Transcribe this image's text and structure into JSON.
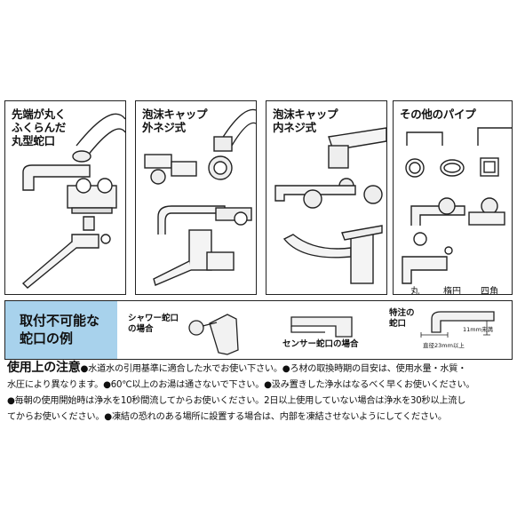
{
  "panels": [
    {
      "title": "先端が丸く\nふくらんだ\n丸型蛇口"
    },
    {
      "title": "泡沫キャップ\n外ネジ式"
    },
    {
      "title": "泡沫キャップ\n内ネジ式"
    },
    {
      "title": "その他のパイプ",
      "shapes": [
        "丸",
        "楕円",
        "四角"
      ]
    }
  ],
  "not_installable": {
    "title": "取付不可能な\n蛇口の例",
    "shower": "シャワー蛇口\nの場合",
    "sensor": "センサー蛇口の場合",
    "special": "特注の\n蛇口",
    "special_dim_height": "11mm未満",
    "special_dim_diameter": "直径23mm以上"
  },
  "notes": {
    "heading": "使用上の注意",
    "line1": "●水道水の引用基準に適合した水でお使い下さい。●ろ材の取換時期の目安は、使用水量・水質・",
    "line2": "水圧により異なります。●60℃以上のお湯は通さないで下さい。●汲み置きした浄水はなるべく早くお使いください。",
    "line3": "●毎朝の使用開始時は浄水を10秒間流してからお使いください。2日以上使用していない場合は浄水を30秒以上流し",
    "line4": "てからお使いください。●凍結の恐れのある場所に設置する場合は、内部を凍結させないようにしてください。"
  },
  "colors": {
    "accent_box": "#a8d2ec",
    "line": "#222222"
  }
}
